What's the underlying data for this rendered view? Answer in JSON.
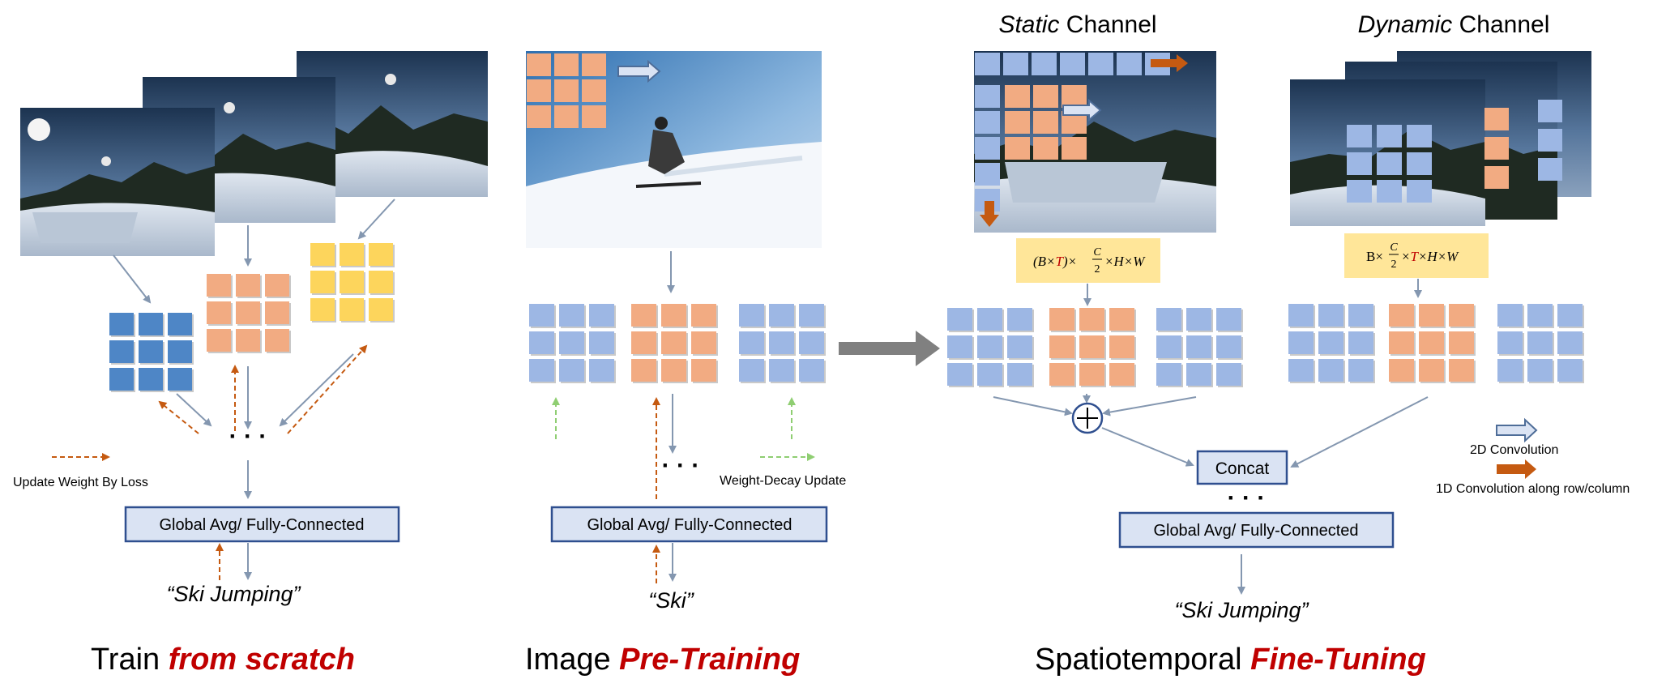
{
  "sections": {
    "scratch": {
      "title_plain": "Train ",
      "title_emph": "from scratch",
      "box_label": "Global Avg/ Fully-Connected",
      "output_label": "“Ski Jumping”",
      "ellipsis": "· · ·",
      "legend_update": "Update Weight By Loss"
    },
    "pretrain": {
      "title_plain": "Image ",
      "title_emph": "Pre-Training",
      "box_label": "Global Avg/ Fully-Connected",
      "output_label": "“Ski”",
      "ellipsis": "· · ·",
      "legend_decay": "Weight-Decay Update"
    },
    "finetune": {
      "title_plain": "Spatiotemporal ",
      "title_emph": "Fine-Tuning",
      "static_emph": "Static",
      "static_plain": " Channel",
      "dynamic_emph": "Dynamic",
      "dynamic_plain": " Channel",
      "static_formula_a": "(B×",
      "static_formula_t": "T",
      "static_formula_b": ")×",
      "static_formula_c": "×H×W",
      "dynamic_formula_a": "B×",
      "dynamic_formula_b": "×",
      "dynamic_formula_t": "T",
      "dynamic_formula_c": "×H×W",
      "frac_num": "C",
      "frac_den": "2",
      "concat_label": "Concat",
      "box_label": "Global Avg/ Fully-Connected",
      "output_label": "“Ski Jumping”",
      "ellipsis": "· · ·",
      "legend_2d": "2D Convolution",
      "legend_1d": "1D Convolution along row/column"
    }
  },
  "colors": {
    "blue_dark": "#4e86c6",
    "blue_light": "#9db7e4",
    "orange": "#f2ab82",
    "yellow": "#fdd55c",
    "accent_red": "#c00000",
    "update_orange": "#c55a11",
    "decay_green": "#8fce72",
    "arrow_gray": "#8497b0",
    "box_fill": "#dae3f3",
    "box_border": "#2f4f8f",
    "formula_fill": "#ffe699"
  }
}
